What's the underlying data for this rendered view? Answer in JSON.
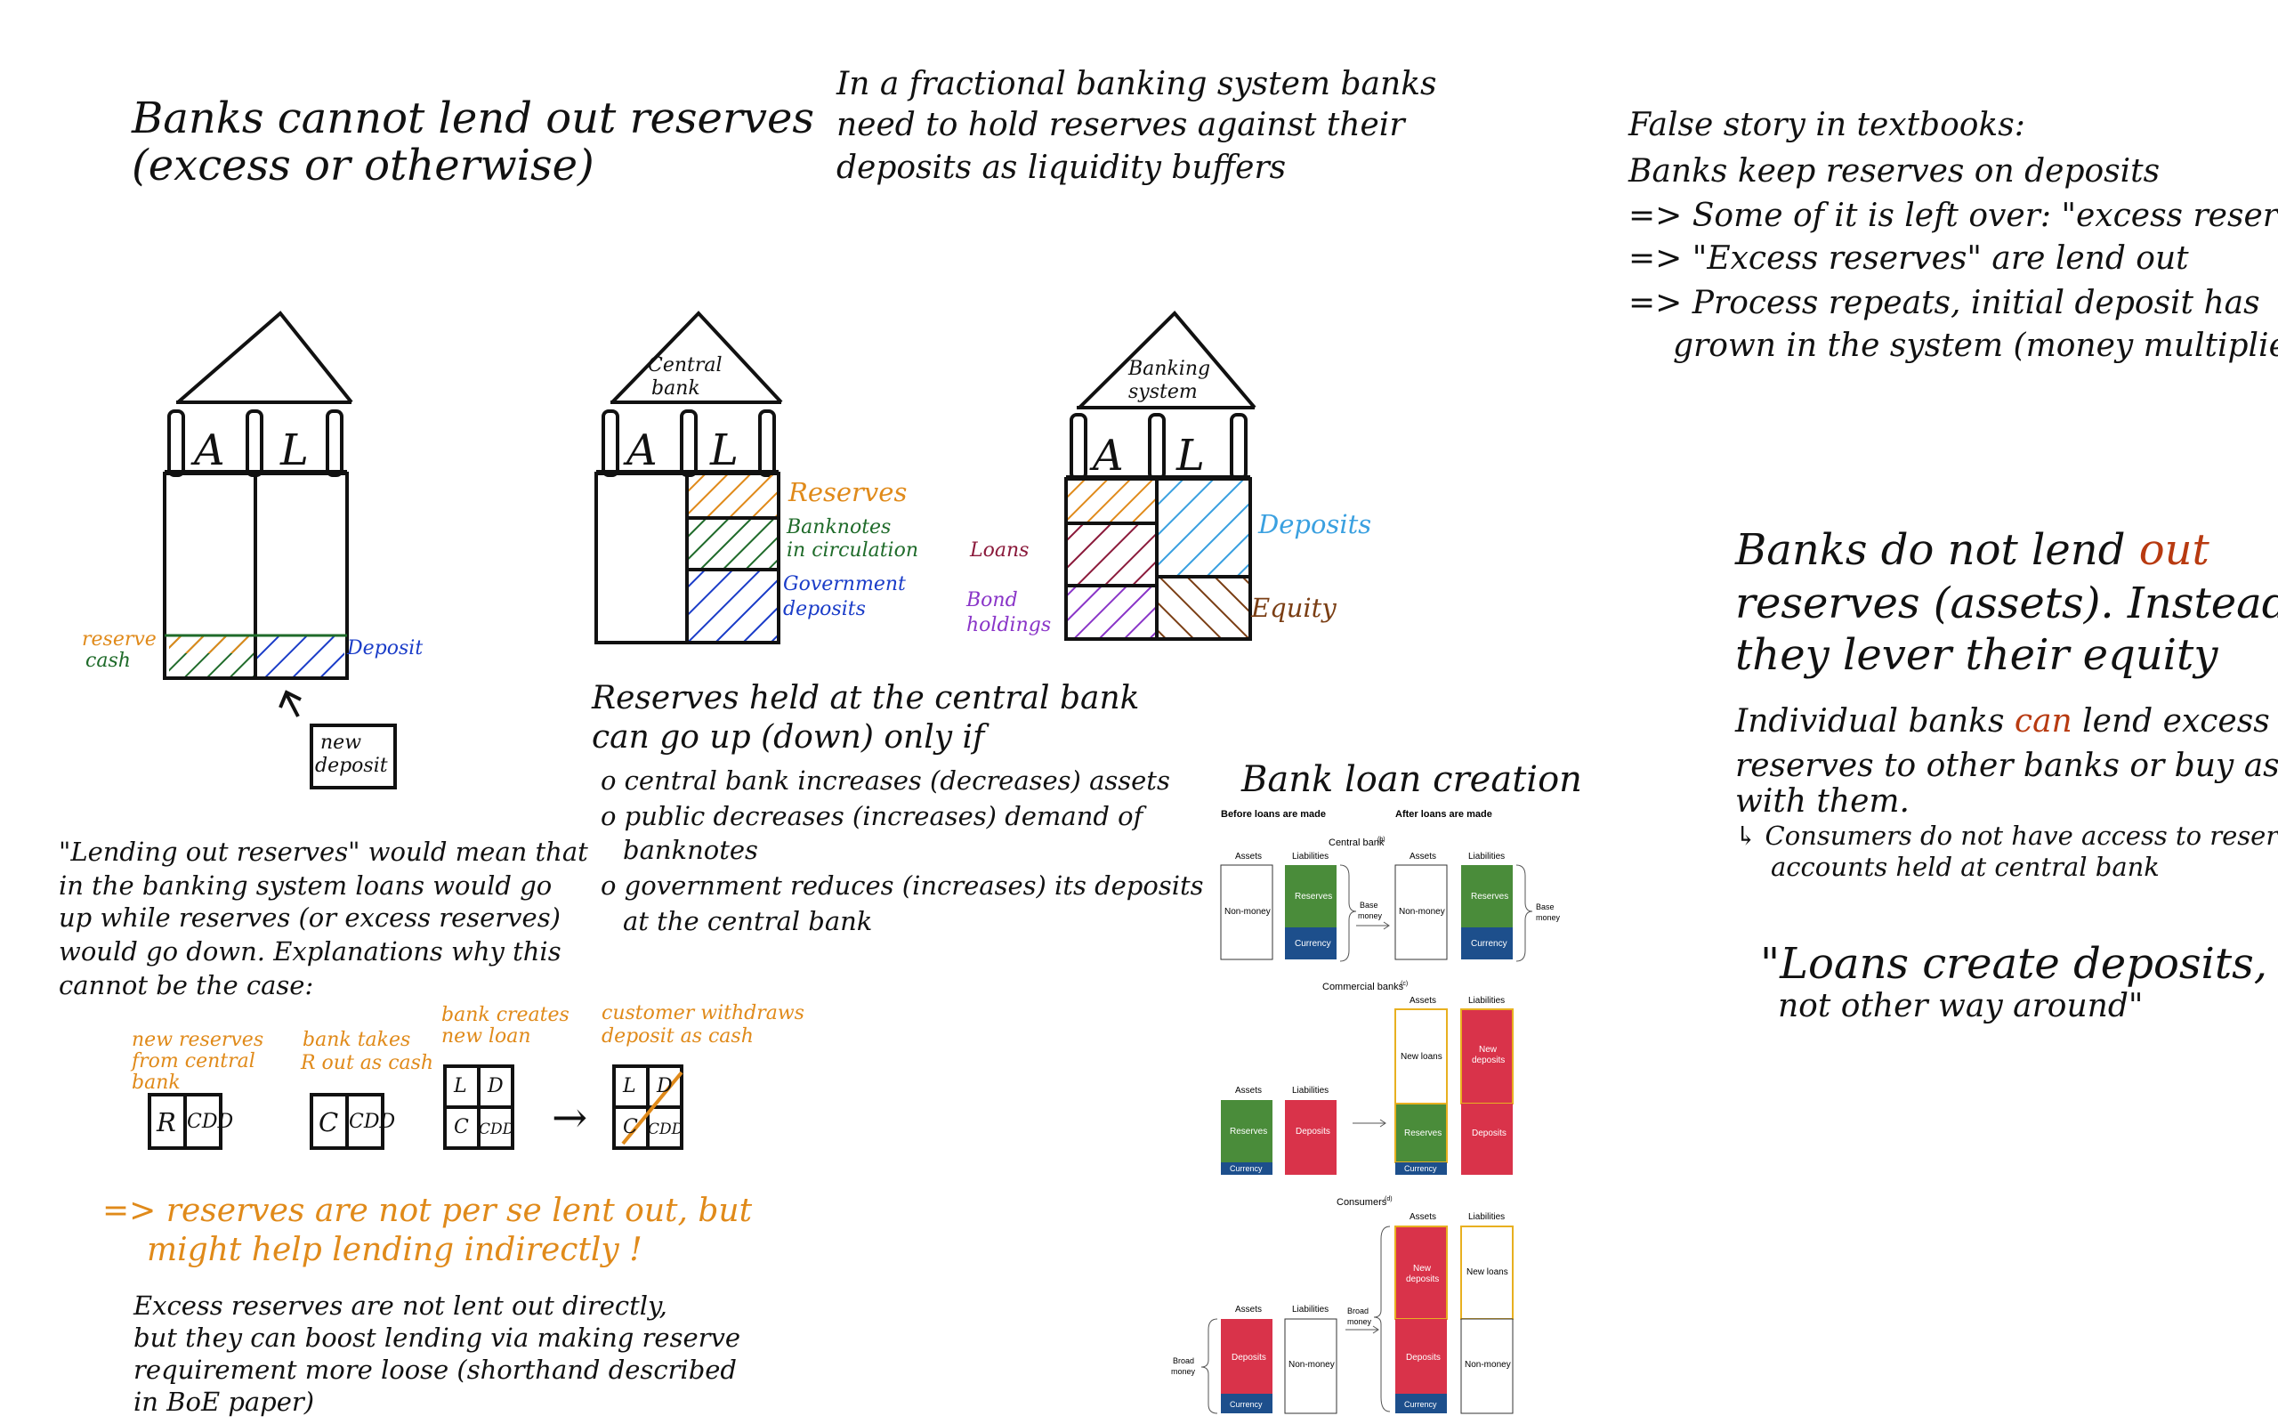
{
  "notes": {
    "title_line1": "Banks cannot lend out reserves",
    "title_line2": "(excess or otherwise)",
    "fractional_line1": "In a fractional banking system banks",
    "fractional_line2": "need to hold reserves against their",
    "fractional_line3": "deposits as liquidity buffers",
    "false_story": {
      "heading": "False story in textbooks:",
      "line1": "Banks keep reserves on deposits",
      "line2": "=> Some of it is left over: \"excess reserves\"",
      "line3": "=> \"Excess reserves\" are lend out",
      "line4": "=> Process repeats, initial deposit has",
      "line5": "grown in the system (money multiplier)"
    },
    "banks_do_not": {
      "line1_a": "Banks do not lend ",
      "line1_b": "out",
      "line2": "reserves (assets). Instead",
      "line3": "they lever their equity"
    },
    "individual": {
      "line1_a": "Individual banks ",
      "line1_b": "can",
      "line1_c": " lend excess",
      "line2": "reserves to other banks or buy assets",
      "line3": "with them.",
      "line4": "↳ Consumers do not have access to reserve",
      "line5": "accounts held at central bank"
    },
    "quote_line1": "\"Loans create deposits,",
    "quote_line2": "not other way around\"",
    "reserves_held": {
      "line1": "Reserves held at the central bank",
      "line2": "can go up (down) only if",
      "b1": "o central bank increases (decreases) assets",
      "b2": "o public decreases (increases) demand of",
      "b2b": "banknotes",
      "b3": "o government reduces (increases) its deposits",
      "b3b": "at the central bank"
    },
    "lending_out": {
      "line1": "\"Lending out reserves\" would mean that",
      "line2": "in the banking system loans would go",
      "line3": "up while reserves (or excess reserves)",
      "line4": "would go down. Explanations why this",
      "line5": "cannot be the case:"
    },
    "steps": {
      "s1_l1": "new reserves",
      "s1_l2": "from central",
      "s1_l3": "bank",
      "s2_l1": "bank takes",
      "s2_l2": "R out as cash",
      "s3_l1": "bank creates",
      "s3_l2": "new loan",
      "s4_l1": "customer withdraws",
      "s4_l2": "deposit as cash",
      "box_r": "R",
      "box_c": "C",
      "box_d": "D",
      "box_l": "L",
      "box_cdd": "CDD",
      "arrow": "→"
    },
    "conclusion_line1": "=> reserves are not per se lent out, but",
    "conclusion_line2": "might help lending indirectly !",
    "excess": {
      "line1": "Excess reserves are not lent out directly,",
      "line2": "but they can boost lending via making reserve",
      "line3": "requirement more loose (shorthand described",
      "line4": "in BoE paper)"
    }
  },
  "houses": {
    "h1": {
      "roof": "",
      "col_a": "A",
      "col_l": "L",
      "reserve_line1": "reserve",
      "reserve_line2": "cash",
      "deposit": "Deposit",
      "new_line1": "new",
      "new_line2": "deposit"
    },
    "h2": {
      "roof_line1": "Central",
      "roof_line2": "bank",
      "col_a": "A",
      "col_l": "L",
      "reserves": "Reserves",
      "banknotes_line1": "Banknotes",
      "banknotes_line2": "in circulation",
      "gov_line1": "Government",
      "gov_line2": "deposits"
    },
    "h3": {
      "roof_line1": "Banking",
      "roof_line2": "system",
      "col_a": "A",
      "col_l": "L",
      "loans": "Loans",
      "bond_line1": "Bond",
      "bond_line2": "holdings",
      "deposits": "Deposits",
      "equity": "Equity"
    }
  },
  "figure": {
    "title": "Bank loan creation",
    "before": "Before loans are made",
    "after": "After loans are made",
    "central_bank": "Central bank",
    "central_sup": "(b)",
    "commercial_banks": "Commercial banks",
    "commercial_sup": "(c)",
    "consumers": "Consumers",
    "consumers_sup": "(d)",
    "assets": "Assets",
    "liabilities": "Liabilities",
    "non_money": "Non-money",
    "reserves": "Reserves",
    "currency": "Currency",
    "deposits": "Deposits",
    "new_loans": "New loans",
    "new_deposits_1": "New",
    "new_deposits_2": "deposits",
    "base_money_1": "Base",
    "base_money_2": "money",
    "broad_money_1": "Broad",
    "broad_money_2": "money"
  },
  "colors": {
    "orange": "#e08a1a",
    "green": "#1f6b2a",
    "blue": "#1a3cc8",
    "purple": "#8a35c8",
    "maroon": "#8b1a3b",
    "brown": "#7a3e14",
    "light_blue": "#3aa0e0",
    "fig_green": "#4a8c3a",
    "fig_blue": "#1d4f8c",
    "fig_red": "#d9334a",
    "fig_yellow": "#e8b020"
  }
}
